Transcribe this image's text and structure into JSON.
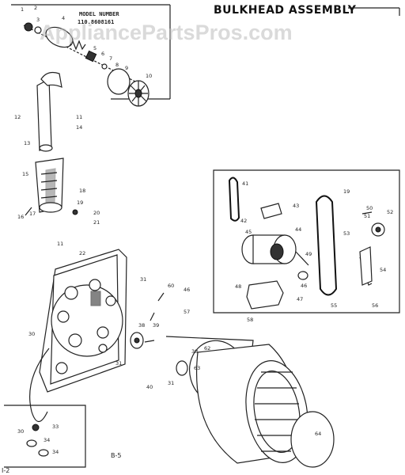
{
  "diagram": {
    "title": "BULKHEAD ASSEMBLY",
    "watermark": "AppliancePartsPros.com",
    "model_heading": "MODEL NUMBER",
    "model_number": "110.8608161",
    "footer_page": "I-2",
    "footer_ref": "B-5",
    "callouts": [
      {
        "id": "c1",
        "text": "1"
      },
      {
        "id": "c2",
        "text": "2"
      },
      {
        "id": "c3",
        "text": "3"
      },
      {
        "id": "c4",
        "text": "4"
      },
      {
        "id": "c5",
        "text": "5"
      },
      {
        "id": "c6",
        "text": "6"
      },
      {
        "id": "c7",
        "text": "7"
      },
      {
        "id": "c8",
        "text": "8"
      },
      {
        "id": "c9",
        "text": "9"
      },
      {
        "id": "c10",
        "text": "10"
      },
      {
        "id": "c11",
        "text": "11"
      },
      {
        "id": "c12",
        "text": "12"
      },
      {
        "id": "c13",
        "text": "13"
      },
      {
        "id": "c14",
        "text": "14"
      },
      {
        "id": "c15",
        "text": "15"
      },
      {
        "id": "c16",
        "text": "16"
      },
      {
        "id": "c17",
        "text": "17"
      },
      {
        "id": "c18",
        "text": "18"
      },
      {
        "id": "c19",
        "text": "19"
      },
      {
        "id": "c20",
        "text": "20"
      },
      {
        "id": "c21",
        "text": "21"
      },
      {
        "id": "c22",
        "text": "22"
      },
      {
        "id": "c23",
        "text": "11"
      },
      {
        "id": "c24",
        "text": "31"
      },
      {
        "id": "c25",
        "text": "30"
      },
      {
        "id": "c26",
        "text": "31"
      },
      {
        "id": "c27",
        "text": "60"
      },
      {
        "id": "c28",
        "text": "46"
      },
      {
        "id": "c29",
        "text": "57"
      },
      {
        "id": "c30",
        "text": "38"
      },
      {
        "id": "c31",
        "text": "39"
      },
      {
        "id": "c32",
        "text": "40"
      },
      {
        "id": "c33",
        "text": "58"
      },
      {
        "id": "c34",
        "text": "38"
      },
      {
        "id": "c35",
        "text": "62"
      },
      {
        "id": "c36",
        "text": "63"
      },
      {
        "id": "c37",
        "text": "31"
      },
      {
        "id": "c38",
        "text": "64"
      },
      {
        "id": "c39",
        "text": "41"
      },
      {
        "id": "c40",
        "text": "43"
      },
      {
        "id": "c41",
        "text": "42"
      },
      {
        "id": "c42",
        "text": "44"
      },
      {
        "id": "c43",
        "text": "45"
      },
      {
        "id": "c44",
        "text": "49"
      },
      {
        "id": "c45",
        "text": "48"
      },
      {
        "id": "c46",
        "text": "47"
      },
      {
        "id": "c47",
        "text": "46"
      },
      {
        "id": "c48",
        "text": "19"
      },
      {
        "id": "c49",
        "text": "50"
      },
      {
        "id": "c50",
        "text": "51"
      },
      {
        "id": "c51",
        "text": "52"
      },
      {
        "id": "c52",
        "text": "53"
      },
      {
        "id": "c53",
        "text": "54"
      },
      {
        "id": "c54",
        "text": "55"
      },
      {
        "id": "c55",
        "text": "56"
      },
      {
        "id": "c56",
        "text": "30"
      },
      {
        "id": "c57",
        "text": "33"
      },
      {
        "id": "c58",
        "text": "34"
      },
      {
        "id": "c59",
        "text": "34"
      }
    ]
  }
}
